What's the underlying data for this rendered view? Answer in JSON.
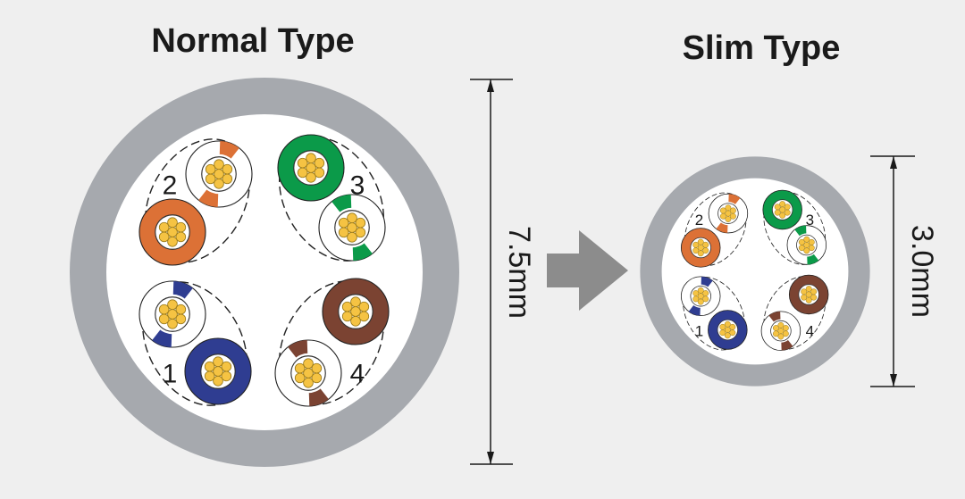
{
  "colors": {
    "background": "#efefef",
    "jacket": "#a6a9ae",
    "jacket_inner": "#ffffff",
    "orange": "#dc7136",
    "green": "#0b9a49",
    "blue": "#2f3d91",
    "brown": "#7b4332",
    "copper": "#f5c343",
    "arrow": "#8c8c8c"
  },
  "normal": {
    "title": "Normal Type",
    "dimension": "7.5mm",
    "pairs": [
      {
        "number": "1",
        "color": "blue"
      },
      {
        "number": "2",
        "color": "orange"
      },
      {
        "number": "3",
        "color": "green"
      },
      {
        "number": "4",
        "color": "brown"
      }
    ]
  },
  "slim": {
    "title": "Slim Type",
    "dimension": "3.0mm",
    "pairs": [
      {
        "number": "1",
        "color": "blue"
      },
      {
        "number": "2",
        "color": "orange"
      },
      {
        "number": "3",
        "color": "green"
      },
      {
        "number": "4",
        "color": "brown"
      }
    ]
  }
}
